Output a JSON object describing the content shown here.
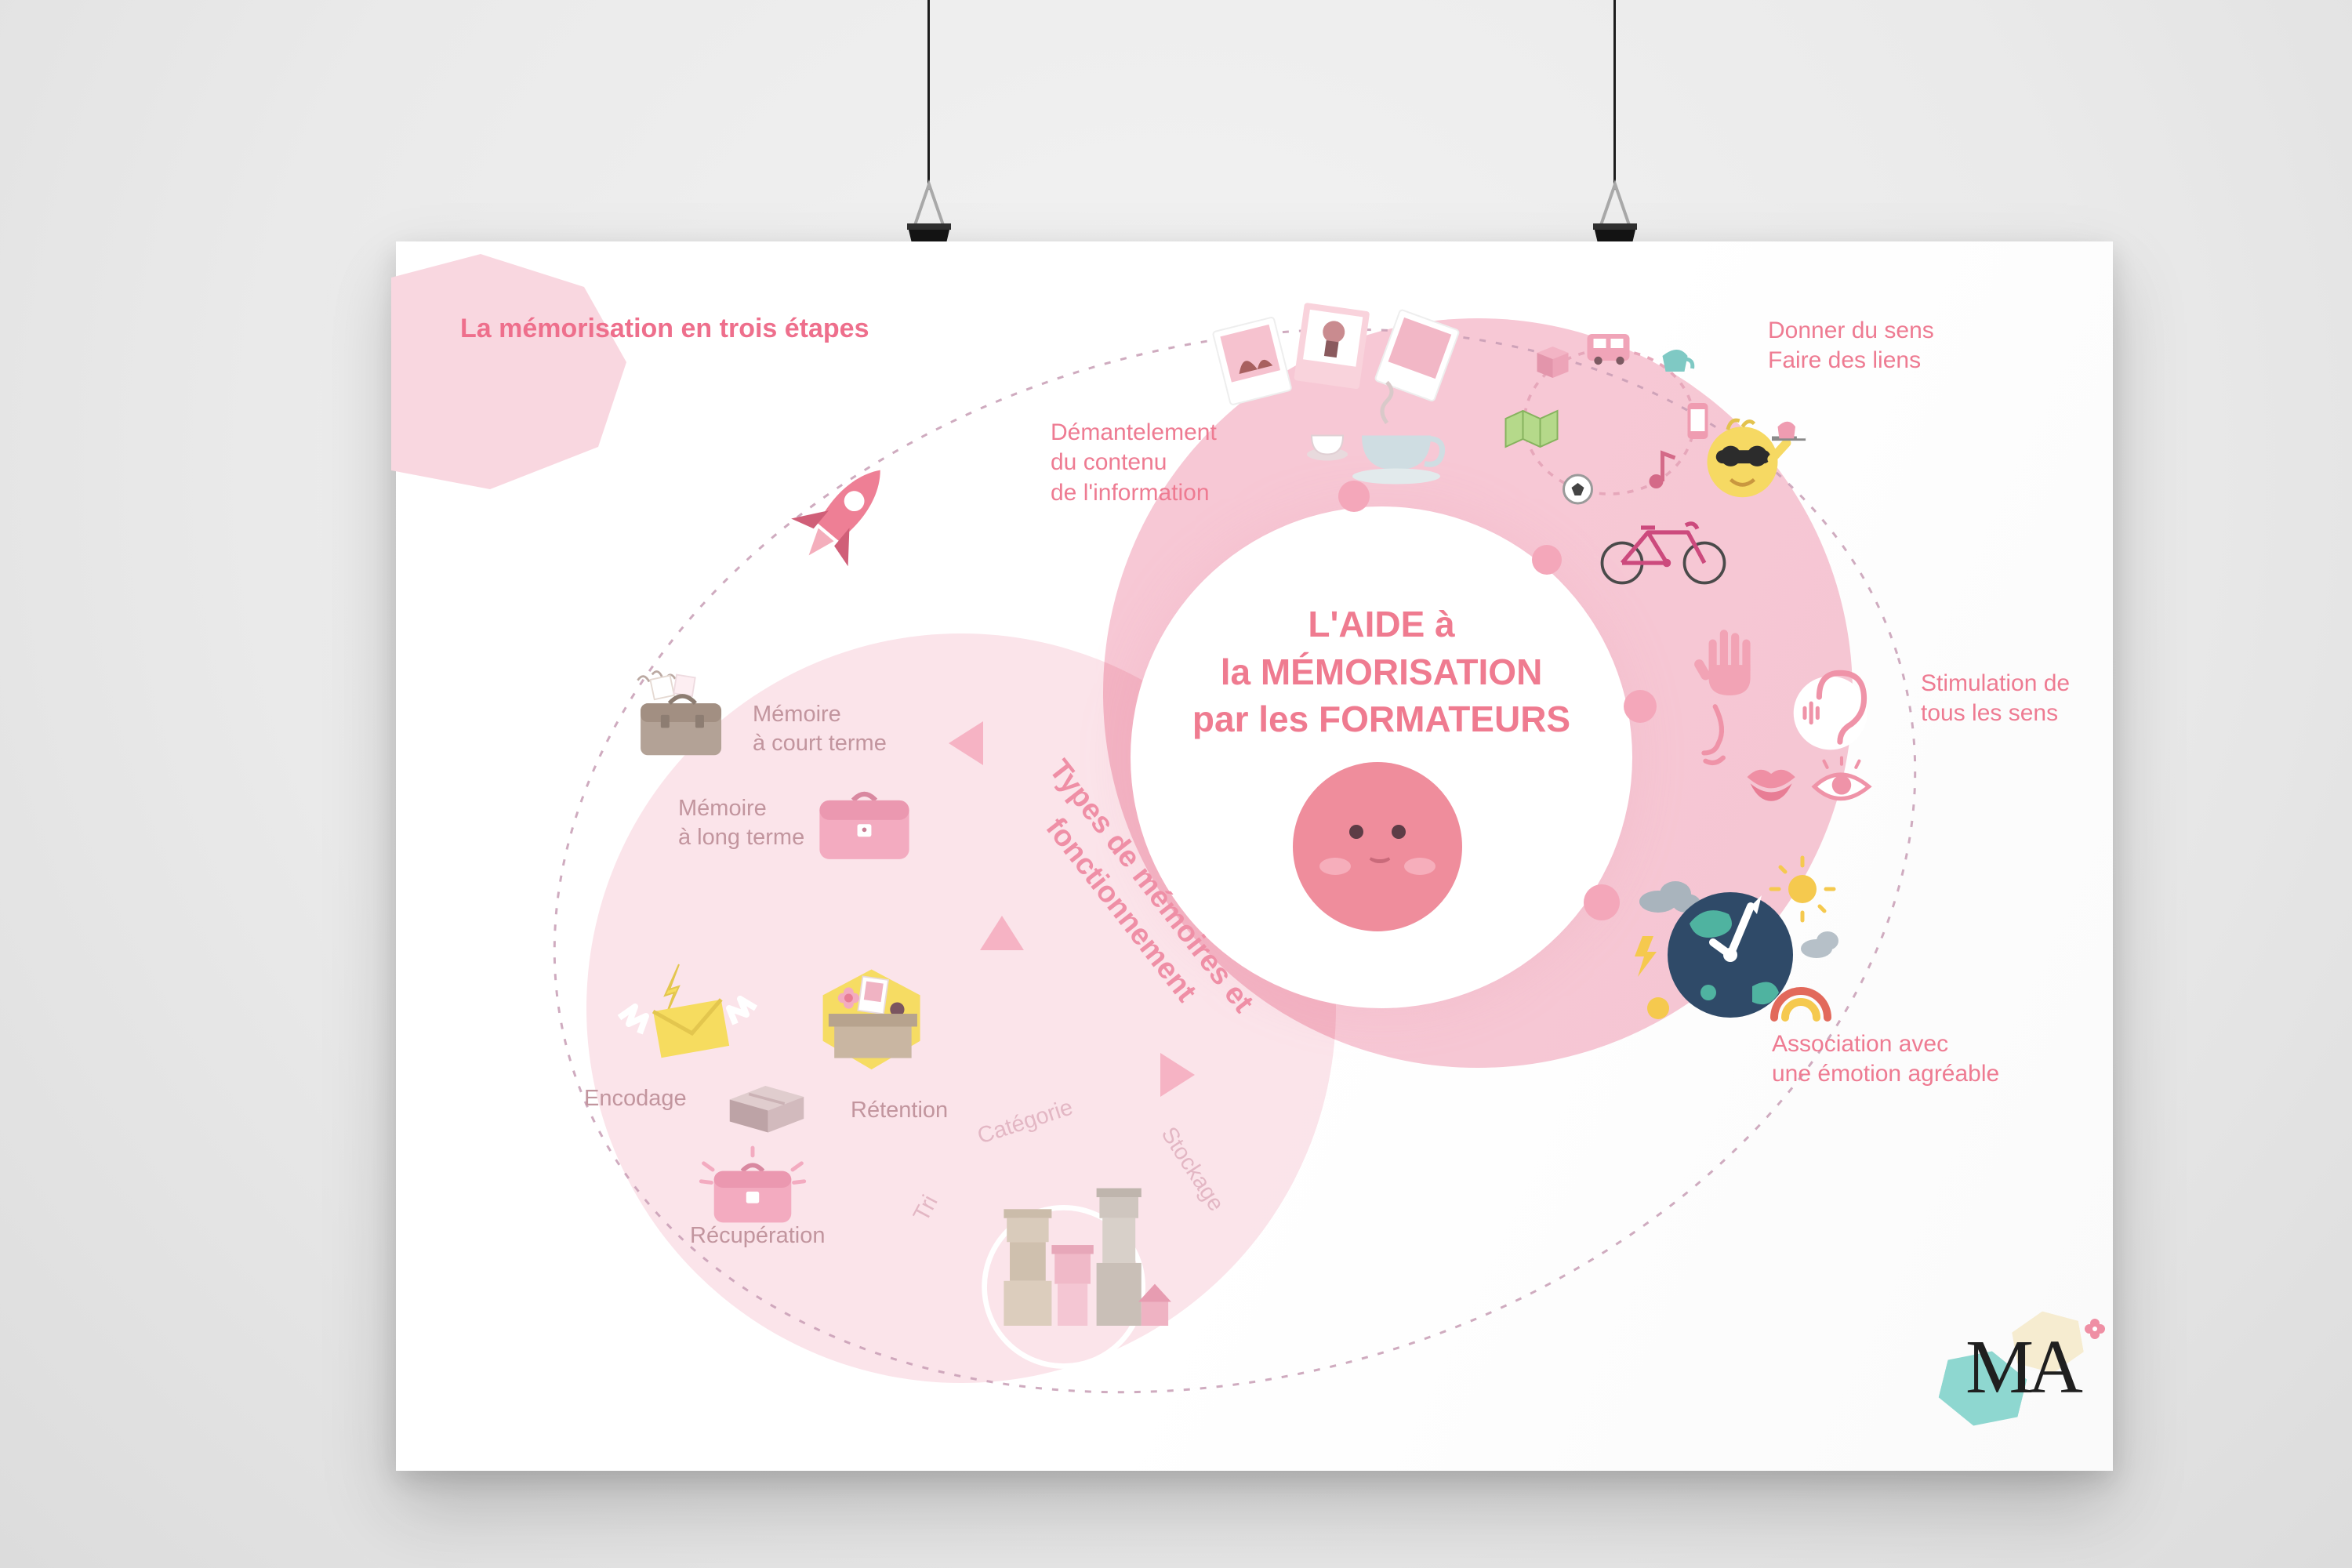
{
  "poster": {
    "title": "La mémorisation en trois étapes",
    "center_text": "L'AIDE à\nla MÉMORISATION\npar les FORMATEURS",
    "labels": {
      "dismantle": "Démantelement\ndu contenu\nde l'information",
      "meaning": "Donner du sens\nFaire des liens",
      "senses": "Stimulation de\ntous les sens",
      "emotion": "Association avec\nune émotion agréable",
      "short_term": "Mémoire\nà court terme",
      "long_term": "Mémoire\nà long terme",
      "encoding": "Encodage",
      "retention": "Rétention",
      "retrieval": "Récupération",
      "types": "Types de mémoires et\nfonctionnement",
      "sort": "Tri",
      "category": "Catégorie",
      "storage": "Stockage"
    },
    "logo": {
      "text": "MA"
    },
    "colors": {
      "accent_pink": "#ee7b92",
      "muted_label": "#c2959e",
      "soft_label": "#e3b7c4",
      "big_circle": "#f7c8d5",
      "light_circle": "#fbe4ea",
      "dash_line": "#c79cb4",
      "smiley": "#ef8d9c",
      "yellow": "#f6d963",
      "teal": "#8ed7d0",
      "navy": "#2f4a68"
    },
    "icons": {
      "rocket-icon": "pink rocket",
      "photos-coffee-icon": "polaroid photos and coffee cup",
      "links-circle-icon": "circle of everyday objects (bus, phone, ball, map, note)",
      "waiter-character-icon": "yellow character with sunglasses holding a tray",
      "bicycle-icon": "pink bicycle",
      "hand-icon": "touch",
      "nose-icon": "smell",
      "ear-icon": "hearing",
      "mouth-icon": "taste",
      "eye-icon": "sight",
      "planet-clock-icon": "planet with clock, suns, clouds and rainbow",
      "school-bag-icon": "grey satchel with notes",
      "suitcase-icon": "pink suitcase",
      "envelope-character-icon": "yellow envelope with lightning and wings",
      "memory-box-icon": "box of keepsakes on yellow shape",
      "parcel-icon": "3d parcel",
      "sparkling-suitcase-icon": "pink suitcase with sparks",
      "box-towers-icon": "stacked sorted boxes in a circle",
      "smiley-face-icon": "pink smiling face",
      "binder-clip-icon": "black binder clip on string"
    }
  }
}
